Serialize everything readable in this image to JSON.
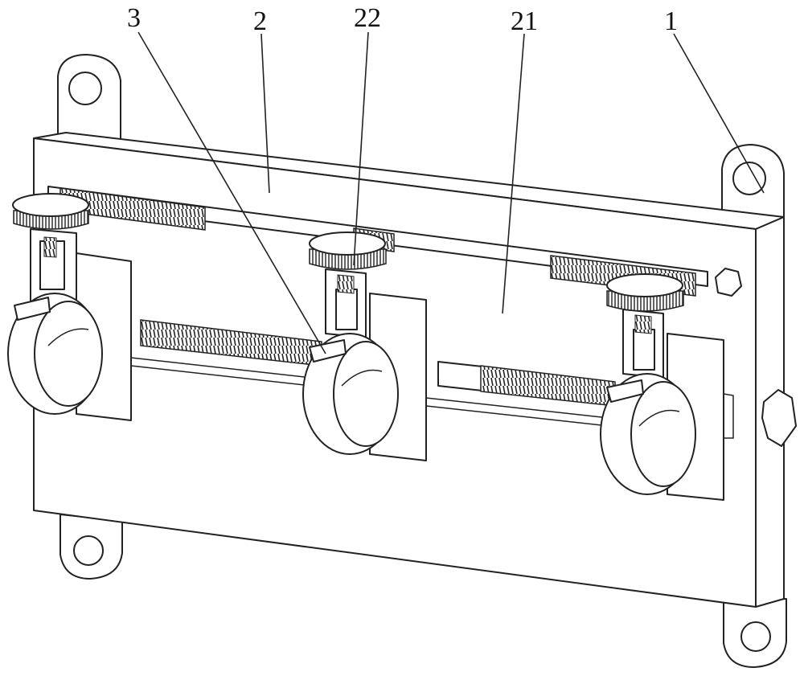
{
  "figure": {
    "labels": [
      {
        "id": "3",
        "text": "3"
      },
      {
        "id": "2",
        "text": "2"
      },
      {
        "id": "22",
        "text": "22"
      },
      {
        "id": "21",
        "text": "21"
      },
      {
        "id": "1",
        "text": "1"
      }
    ]
  }
}
